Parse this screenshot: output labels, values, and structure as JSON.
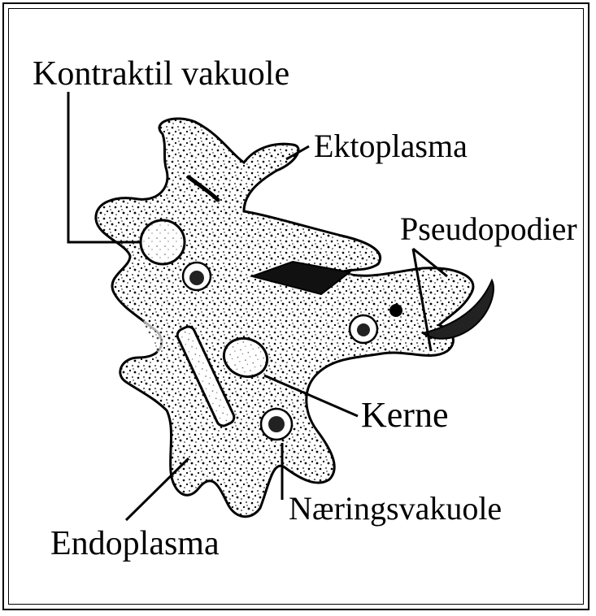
{
  "labels": {
    "kontraktil_vakuole": "Kontraktil vakuole",
    "ektoplasma": "Ektoplasma",
    "pseudopodier": "Pseudopodier",
    "kerne": "Kerne",
    "naeringsvakuole": "Næringsvakuole",
    "endoplasma": "Endoplasma"
  },
  "colors": {
    "ink": "#000000",
    "background": "#ffffff",
    "cell_fill": "#e6e6e6"
  }
}
